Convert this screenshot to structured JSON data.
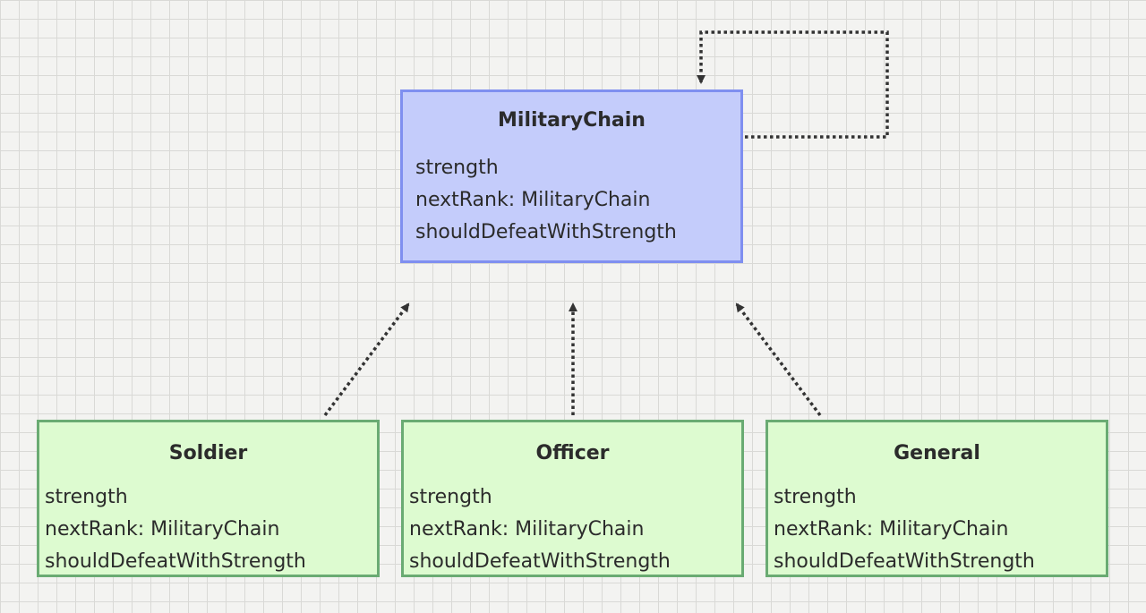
{
  "diagram": {
    "base": {
      "title": "MilitaryChain",
      "attributes": [
        "strength",
        "nextRank: MilitaryChain",
        "shouldDefeatWithStrength"
      ]
    },
    "subclasses": [
      {
        "title": "Soldier",
        "attributes": [
          "strength",
          "nextRank: MilitaryChain",
          "shouldDefeatWithStrength"
        ]
      },
      {
        "title": "Officer",
        "attributes": [
          "strength",
          "nextRank: MilitaryChain",
          "shouldDefeatWithStrength"
        ]
      },
      {
        "title": "General",
        "attributes": [
          "strength",
          "nextRank: MilitaryChain",
          "shouldDefeatWithStrength"
        ]
      }
    ],
    "colors": {
      "base_fill": "#c4ccfb",
      "base_border": "#7f8ff0",
      "sub_fill": "#ddfbd0",
      "sub_border": "#6aab73",
      "connector": "#333333"
    }
  }
}
